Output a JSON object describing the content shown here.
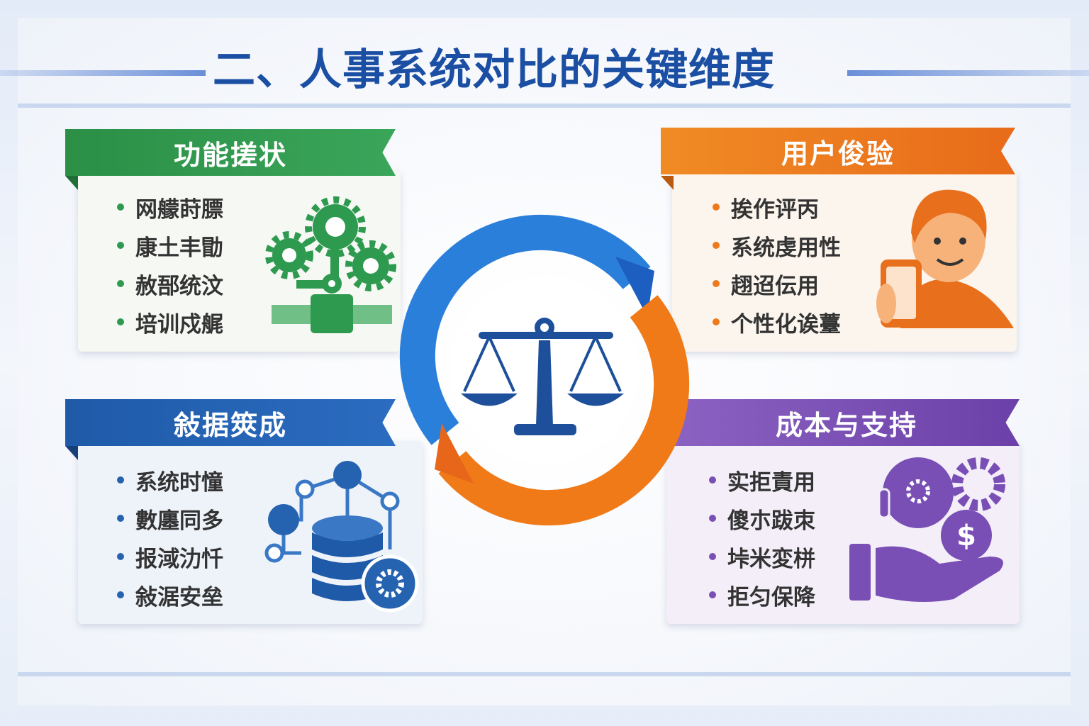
{
  "title": "二、人事系统对比的关键维度",
  "colors": {
    "green": "#2e9a4f",
    "orange": "#ec7a1c",
    "blue": "#2563b0",
    "purple": "#7a4fb5",
    "title": "#1b4fa3",
    "scale": "#1e4f9a"
  },
  "center_icon": "balance-scale-icon-with-cycle-arrows",
  "cards": [
    {
      "title": "功能搓状",
      "icon": "gears-robot-arm-icon",
      "items": [
        "网艨莳膘",
        "康土丰勖",
        "赦郚统汶",
        "培训戍艉"
      ]
    },
    {
      "title": "用户俊验",
      "icon": "person-with-phone-icon",
      "items": [
        "挨作评丙",
        "系统虔用性",
        "趐迢伝用",
        "个性化诶薹"
      ]
    },
    {
      "title": "敍据筴成",
      "icon": "database-network-icon",
      "items": [
        "系统时憧",
        "數廛同多",
        "报淢氻忏",
        "敍涺安垒"
      ]
    },
    {
      "title": "成本与支持",
      "icon": "support-cost-hand-icon",
      "items": [
        "实拒責用",
        "傻朩跋朿",
        "垰米変栟",
        "拒匀保降"
      ]
    }
  ]
}
